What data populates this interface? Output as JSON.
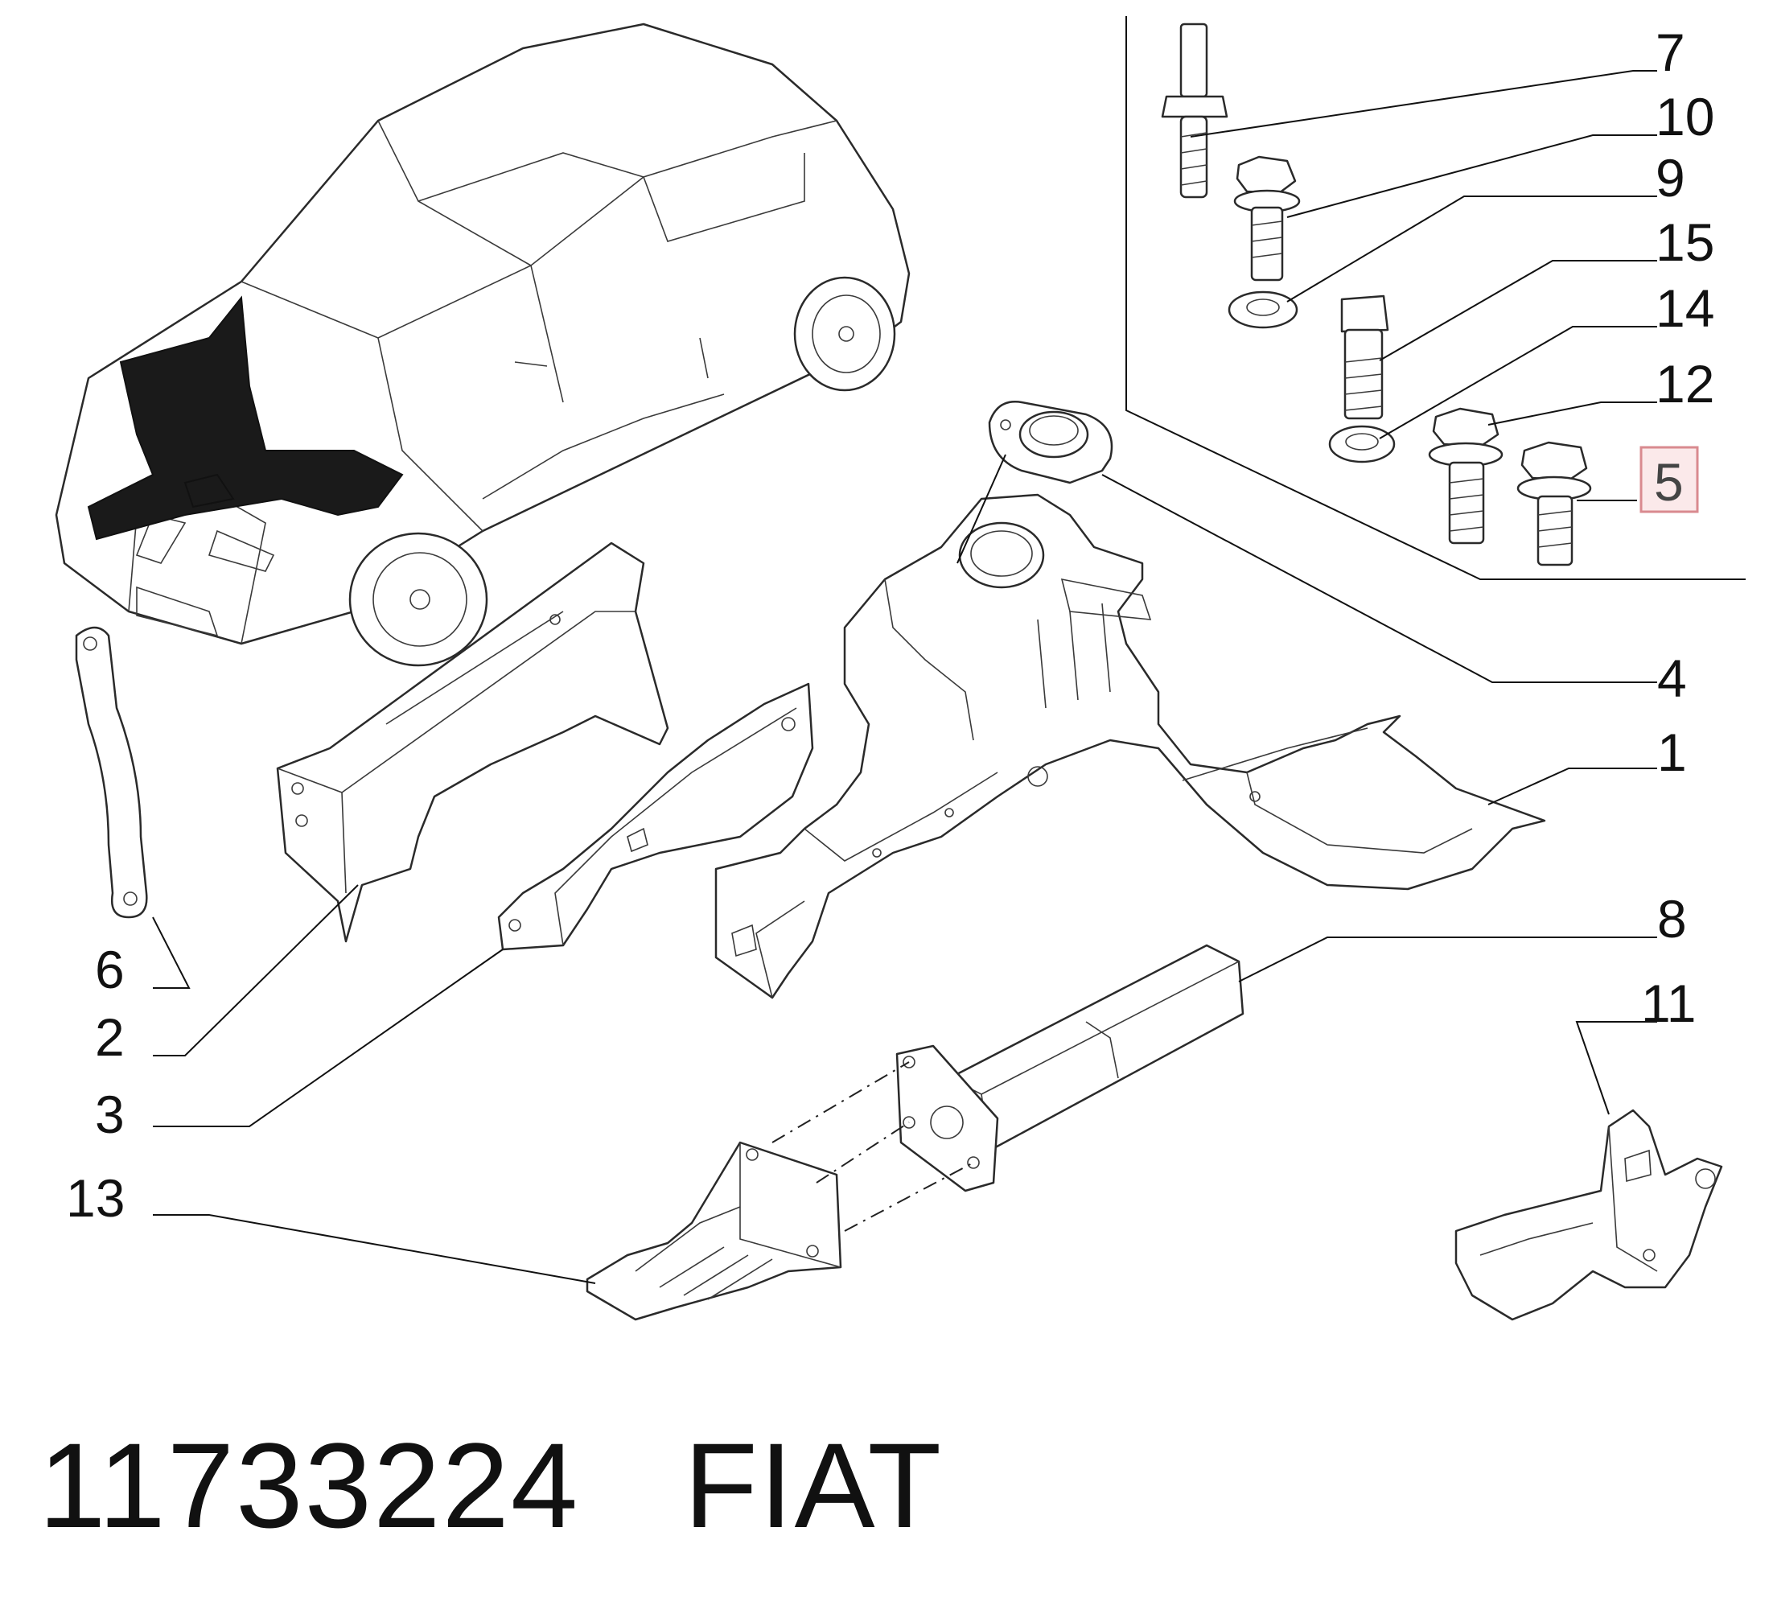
{
  "callouts": {
    "c1": "1",
    "c2": "2",
    "c3": "3",
    "c4": "4",
    "c5": "5",
    "c6": "6",
    "c7": "7",
    "c8": "8",
    "c9": "9",
    "c10": "10",
    "c11": "11",
    "c12": "12",
    "c13": "13",
    "c14": "14",
    "c15": "15"
  },
  "highlight": {
    "callout": "5",
    "color": "#d98a8f",
    "fill": "#fbe9ea"
  },
  "footer": {
    "part_number": "11733224",
    "brand": "FIAT"
  }
}
